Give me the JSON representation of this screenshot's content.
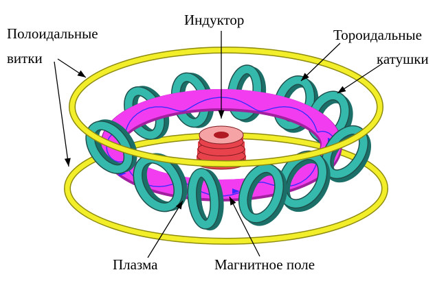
{
  "labels": {
    "poloidal_line1": "Полоидальные",
    "poloidal_line2": "витки",
    "inductor": "Индуктор",
    "toroidal_line1": "Тороидальные",
    "toroidal_line2": "катушки",
    "plasma": "Плазма",
    "magnetic_field": "Магнитное поле"
  },
  "colors": {
    "poloidal_coil": "#f2ee2a",
    "poloidal_coil_edge": "#8d8a10",
    "toroidal_coil": "#36b9ad",
    "toroidal_coil_dark": "#1c6f68",
    "plasma": "#f23cf0",
    "inductor": "#e8434c",
    "inductor_light": "#f6a3a6",
    "field_line": "#3a2cff"
  }
}
